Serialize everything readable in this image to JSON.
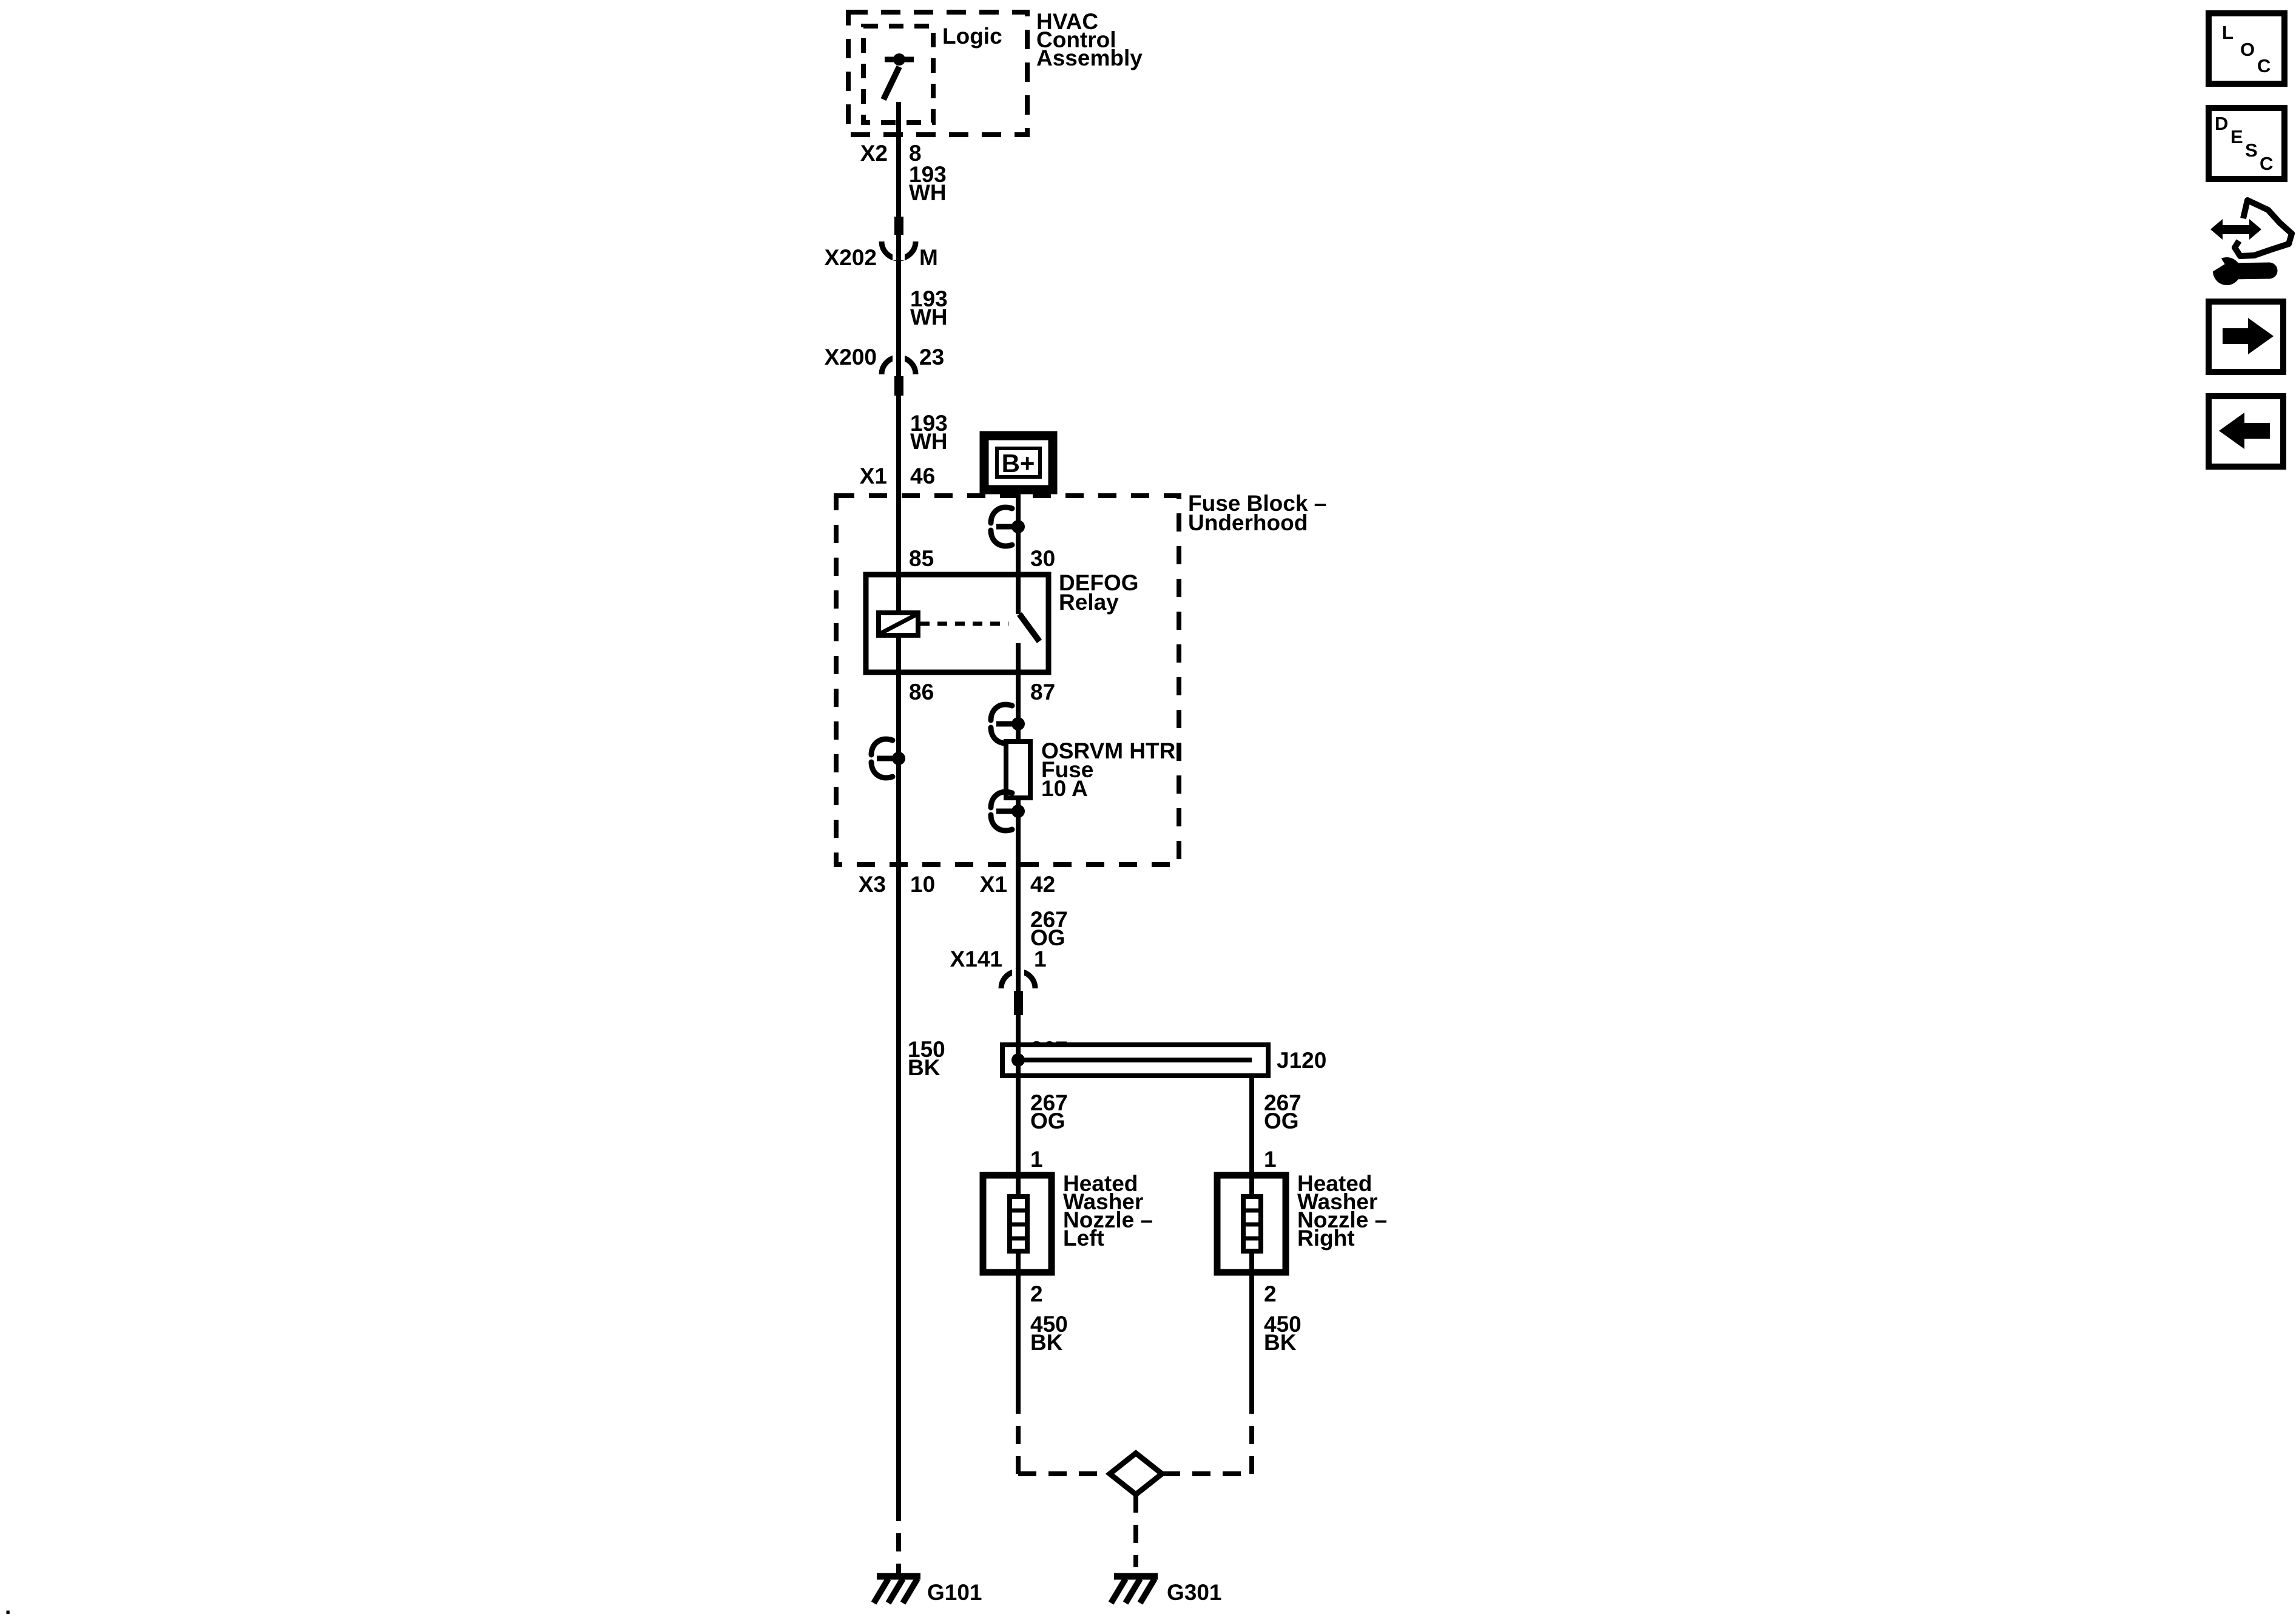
{
  "colors": {
    "ink": "#000000",
    "paper": "#ffffff"
  },
  "diagram": {
    "hvac": {
      "name": [
        "HVAC",
        "Control",
        "Assembly"
      ],
      "logic": "Logic",
      "connector": "X2",
      "pin": "8"
    },
    "wire_193": {
      "circuit": "193",
      "color": "WH"
    },
    "x202": {
      "name": "X202",
      "pin": "M"
    },
    "x200": {
      "name": "X200",
      "pin": "23"
    },
    "x1_top": {
      "name": "X1",
      "pin": "46"
    },
    "battery": "B+",
    "fuse_block": {
      "name": [
        "Fuse Block –",
        "Underhood"
      ]
    },
    "relay": {
      "name": [
        "DEFOG",
        "Relay"
      ],
      "pins": {
        "p85": "85",
        "p30": "30",
        "p86": "86",
        "p87": "87"
      }
    },
    "fuse": {
      "name": [
        "OSRVM HTR",
        "Fuse",
        "10 A"
      ]
    },
    "x3_bottom": {
      "name": "X3",
      "pin": "10"
    },
    "x1_bottom": {
      "name": "X1",
      "pin": "42"
    },
    "wire_267": {
      "circuit": "267",
      "color": "OG"
    },
    "x141": {
      "name": "X141",
      "pin": "1"
    },
    "wire_150": {
      "circuit": "150",
      "color": "BK"
    },
    "j120": "J120",
    "nozzle_left": {
      "name": [
        "Heated",
        "Washer",
        "Nozzle –",
        "Left"
      ],
      "pin_top": "1",
      "pin_bottom": "2"
    },
    "nozzle_right": {
      "name": [
        "Heated",
        "Washer",
        "Nozzle –",
        "Right"
      ],
      "pin_top": "1",
      "pin_bottom": "2"
    },
    "wire_450": {
      "circuit": "450",
      "color": "BK"
    },
    "g101": "G101",
    "g301": "G301",
    "footer_mark": "."
  },
  "sidebar": {
    "loc": [
      "L",
      "O",
      "C"
    ],
    "desc": [
      "D",
      "E",
      "S",
      "C"
    ]
  }
}
